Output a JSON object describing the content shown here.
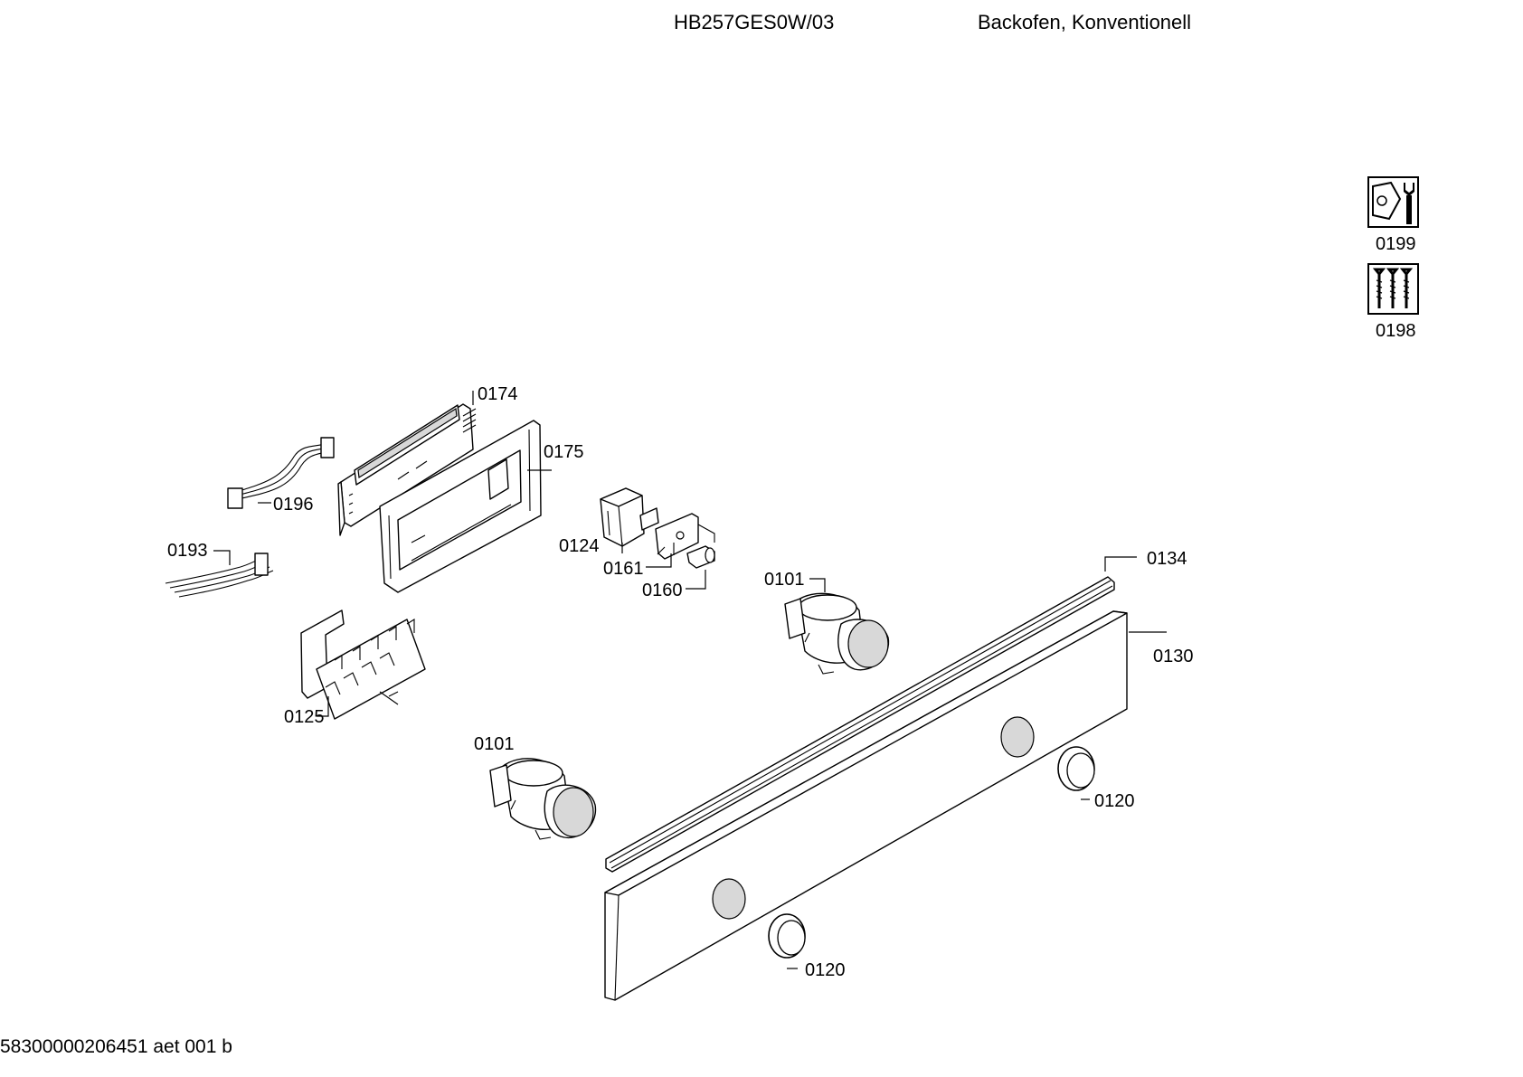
{
  "header": {
    "model": "HB257GES0W/03",
    "description": "Backofen, Konventionell"
  },
  "footer": {
    "doc_code": "58300000206451 aet 001 b"
  },
  "icons": [
    {
      "name": "service-tool-icon",
      "label": "0199"
    },
    {
      "name": "screws-icon",
      "label": "0198"
    }
  ],
  "callouts": {
    "p0174": "0174",
    "p0175": "0175",
    "p0196": "0196",
    "p0193": "0193",
    "p0124": "0124",
    "p0161": "0161",
    "p0160": "0160",
    "p0101a": "0101",
    "p0134": "0134",
    "p0130": "0130",
    "p0125": "0125",
    "p0101b": "0101",
    "p0120a": "0120",
    "p0120b": "0120"
  }
}
